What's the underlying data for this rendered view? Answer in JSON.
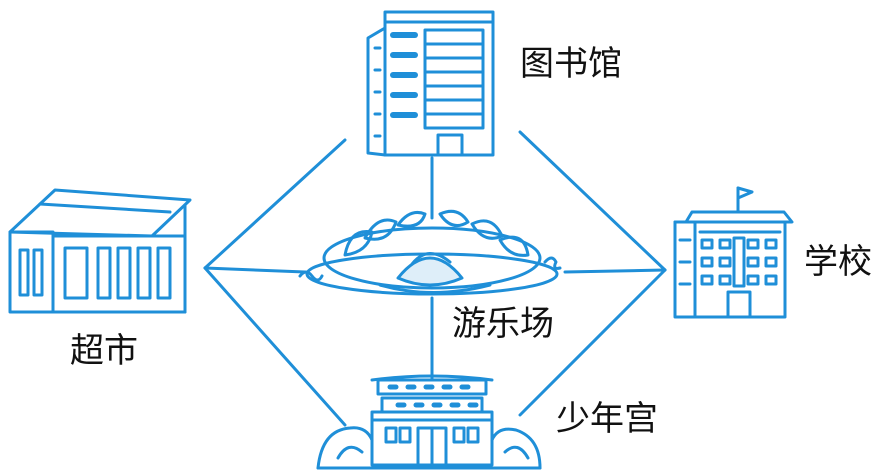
{
  "labels": {
    "library": "图书馆",
    "school": "学校",
    "supermarket": "超市",
    "amusement_park": "游乐场",
    "youth_palace": "少年宫"
  },
  "colors": {
    "stroke": "#1f8fd8",
    "text": "#111111"
  },
  "icons": {
    "library": "library-building-icon",
    "school": "school-building-icon",
    "supermarket": "supermarket-building-icon",
    "amusement_park": "carousel-ride-icon",
    "youth_palace": "youth-palace-building-icon"
  }
}
